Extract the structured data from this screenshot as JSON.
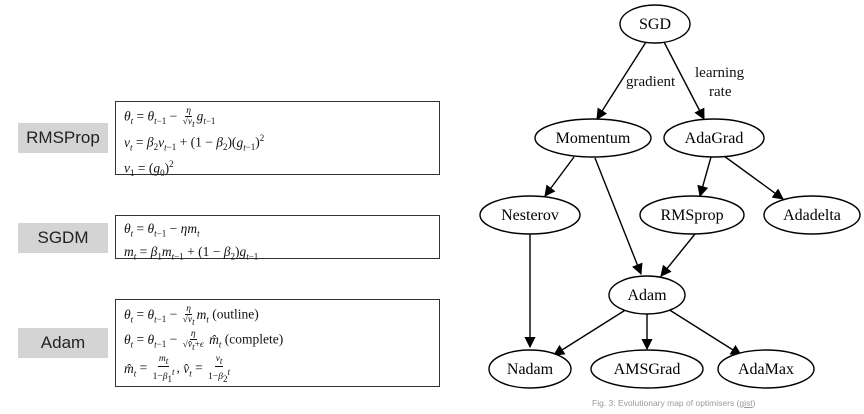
{
  "left_panel": {
    "rmsprop": {
      "label": "RMSProp",
      "eq1": {
        "lhs": "θ",
        "sub_t": "t",
        "eq": " = θ",
        "sub_t1": "t−1",
        "minus": " − ",
        "frac_num": "η",
        "frac_den": "√v",
        "frac_den_sub": "t",
        "tail": "g",
        "tail_sub": "t−1"
      },
      "eq2": "v_t = β_2 v_{t−1} + (1 − β_2)(g_{t−1})^2",
      "eq3": "v_1 = (g_0)^2"
    },
    "sgdm": {
      "label": "SGDM",
      "eq1": "θ_t = θ_{t−1} − ηm_t",
      "eq2": "m_t = β_1 m_{t−1} + (1 − β_2)g_{t−1}"
    },
    "adam": {
      "label": "Adam",
      "eq1_note": "(outline)",
      "eq2_note": "(complete)"
    }
  },
  "diagram": {
    "nodes": {
      "sgd": "SGD",
      "momentum": "Momentum",
      "adagrad": "AdaGrad",
      "nesterov": "Nesterov",
      "rmsprop": "RMSprop",
      "adadelta": "Adadelta",
      "adam": "Adam",
      "nadam": "Nadam",
      "amsgrad": "AMSGrad",
      "adamax": "AdaMax"
    },
    "edge_labels": {
      "gradient": "gradient",
      "learning_rate_1": "learning",
      "learning_rate_2": "rate"
    }
  },
  "caption": {
    "text": "Fig. 3: Evolutionary map of optimisers (",
    "link": "gist",
    "close": ")"
  }
}
